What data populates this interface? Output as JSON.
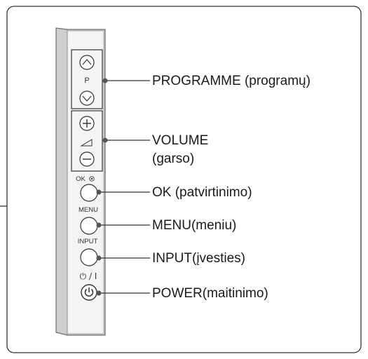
{
  "panel": {
    "channel_letter": "P",
    "ok_label": "OK",
    "menu_label": "MENU",
    "input_label": "INPUT",
    "power_label": "⏻ / I"
  },
  "callouts": {
    "programme": "PROGRAMME (programų)",
    "volume_line1": "VOLUME",
    "volume_line2": "(garso)",
    "ok": "OK (patvirtinimo)",
    "menu": "MENU(meniu)",
    "input": "INPUT(įvesties)",
    "power": "POWER(maitinimo)"
  },
  "colors": {
    "panel_fill": "#c9c9c9",
    "panel_edge": "#7a7a7a",
    "frame": "#333333",
    "leader": "#333333"
  }
}
